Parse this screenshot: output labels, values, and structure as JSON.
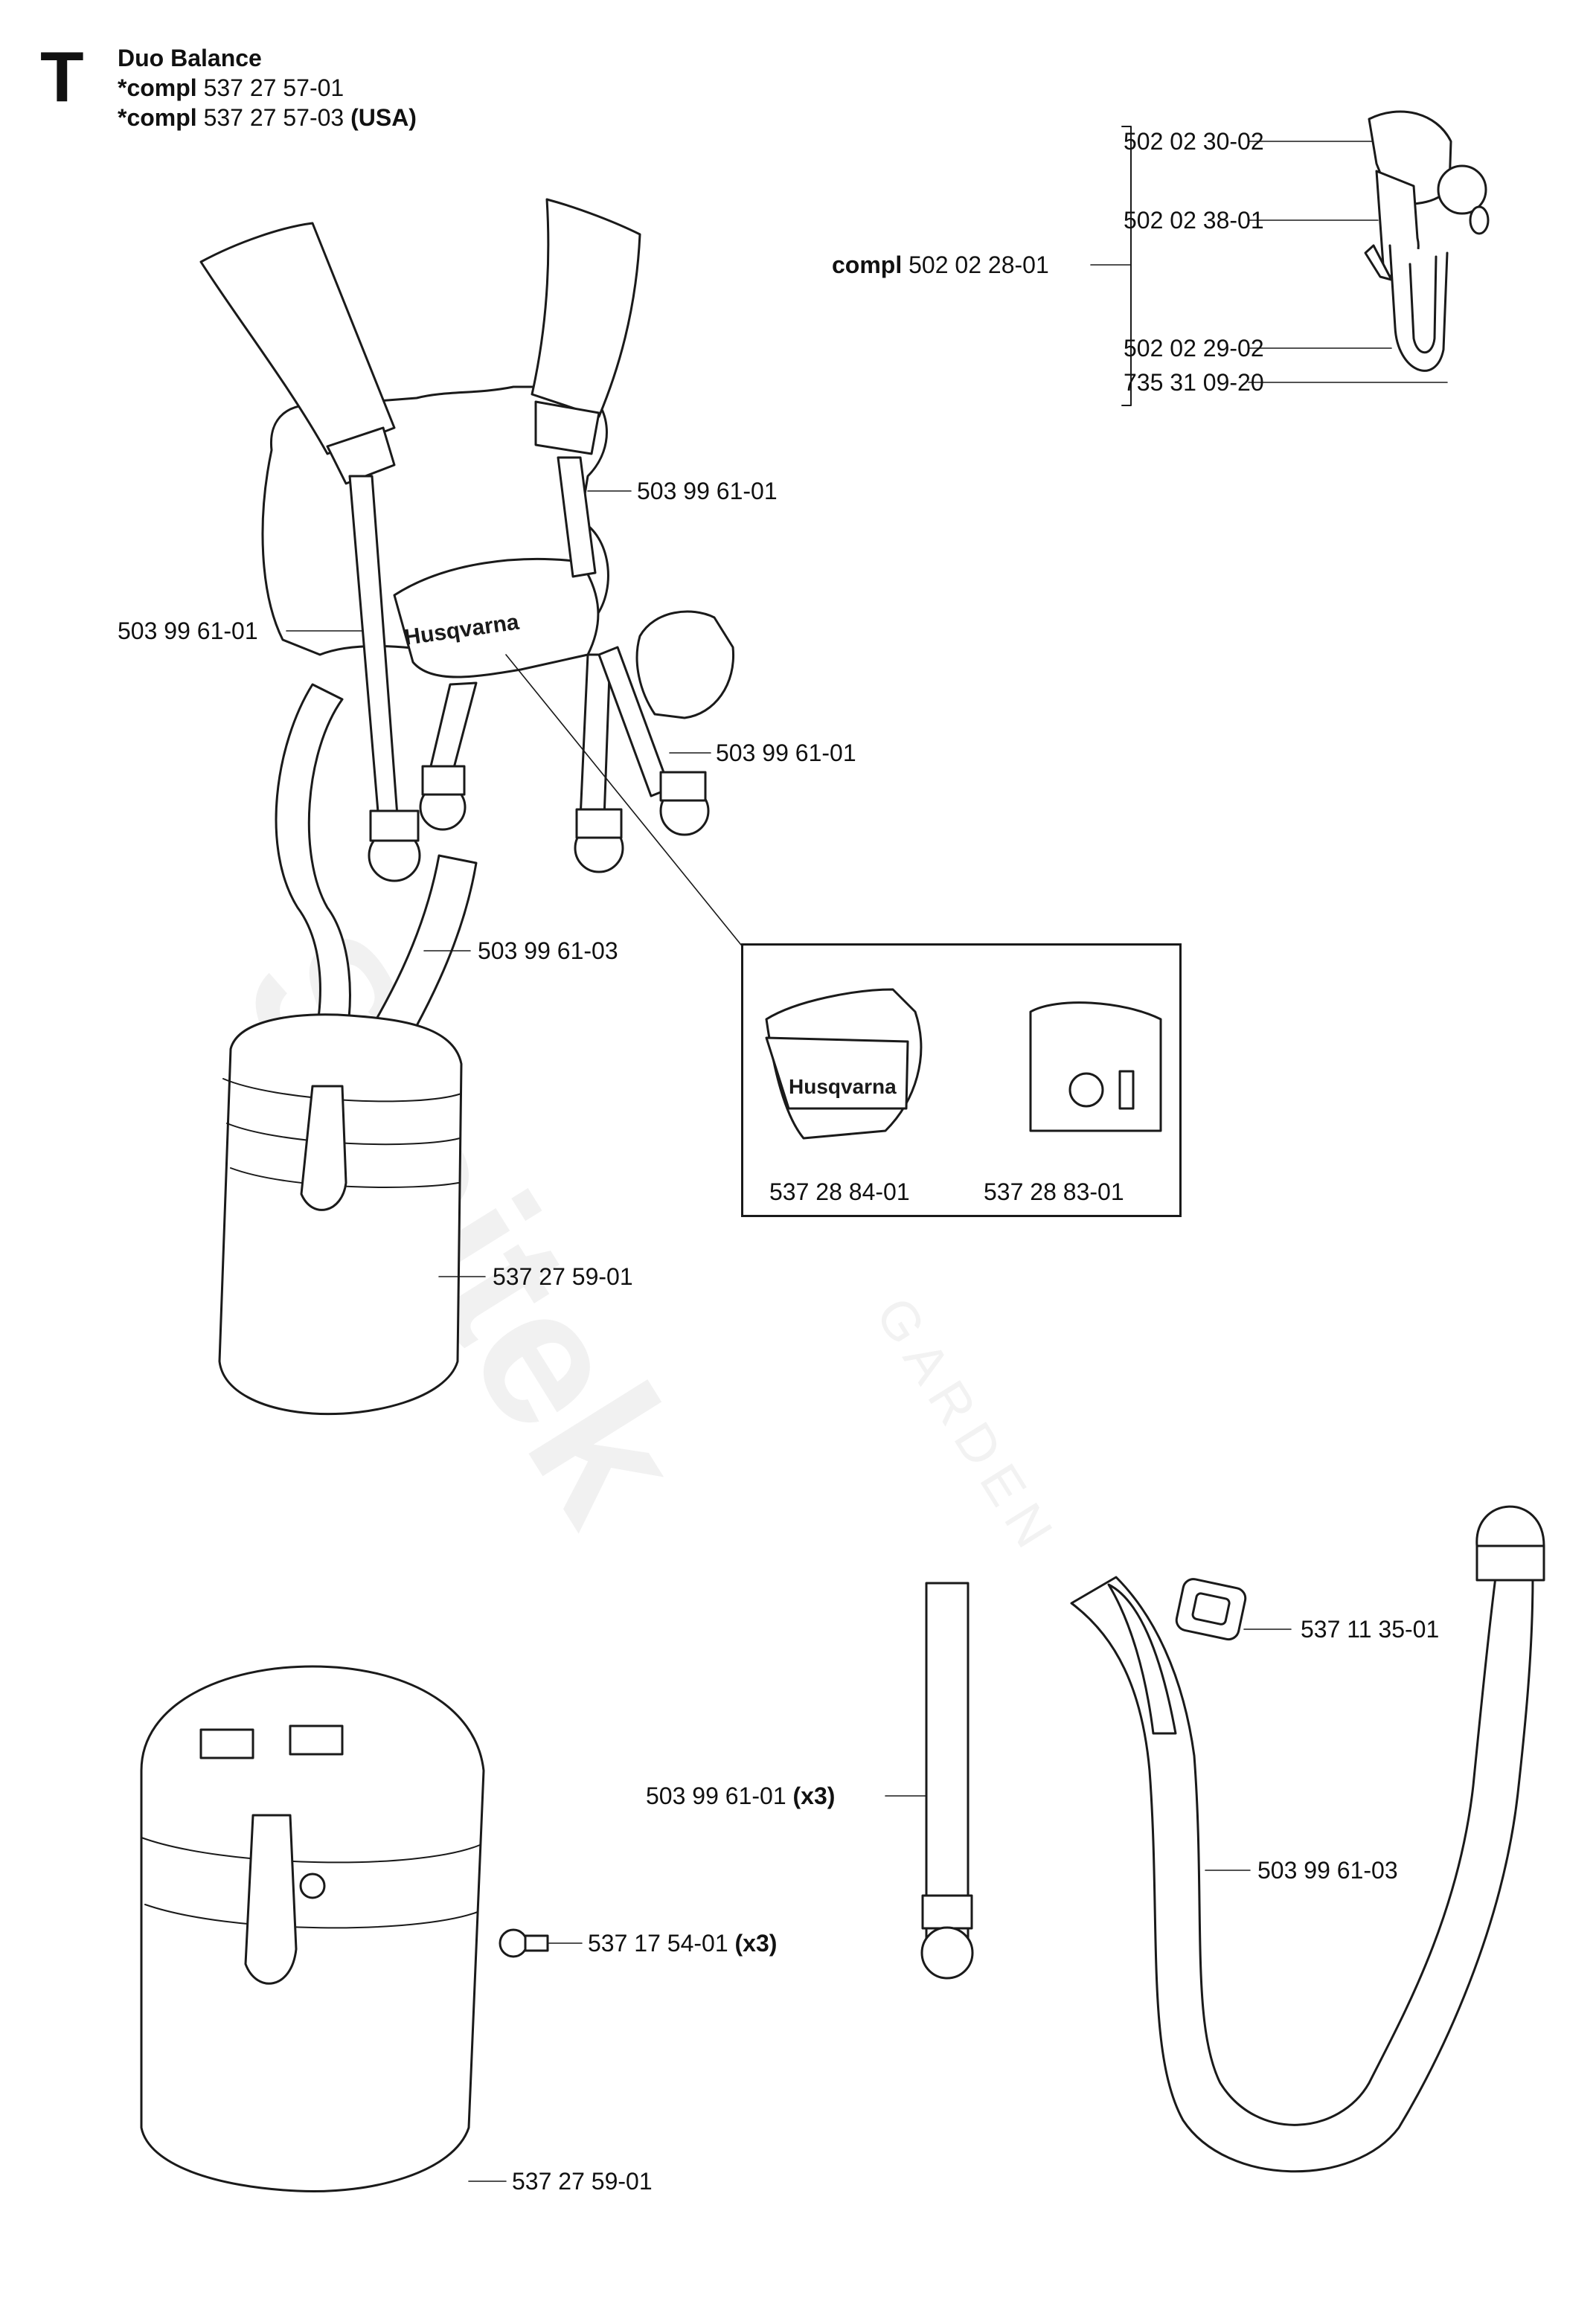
{
  "header": {
    "section_letter": "T",
    "title": "Duo Balance",
    "compl_1_prefix": "*compl",
    "compl_1_number": "537 27 57-01",
    "compl_2_prefix": "*compl",
    "compl_2_number": "537 27 57-03",
    "compl_2_suffix": "(USA)"
  },
  "watermark": {
    "text": "Stojtek",
    "sub": "GARDEN"
  },
  "brand_marks": [
    "Husqvarna",
    "Husqvarna"
  ],
  "hook_assembly": {
    "compl_prefix": "compl",
    "compl_number": "502 02 28-01",
    "parts": [
      "502 02 30-02",
      "502 02 38-01",
      "502 02 29-02",
      "735 31 09-20"
    ]
  },
  "harness_labels": {
    "strap_right_upper": "503 99 61-01",
    "strap_left": "503 99 61-01",
    "strap_right_lower": "503 99 61-01",
    "hip_strap": "503 99 61-03",
    "hip_pad": "537 27 59-01"
  },
  "inset_labels": [
    "537 28 84-01",
    "537 28 83-01"
  ],
  "lower_labels": {
    "buckle": "537 11 35-01",
    "strap_single_number": "503 99 61-01",
    "strap_single_qty": "(x3)",
    "hip_strap": "503 99 61-03",
    "screw_number": "537 17 54-01",
    "screw_qty": "(x3)",
    "hip_pad": "537 27 59-01"
  }
}
